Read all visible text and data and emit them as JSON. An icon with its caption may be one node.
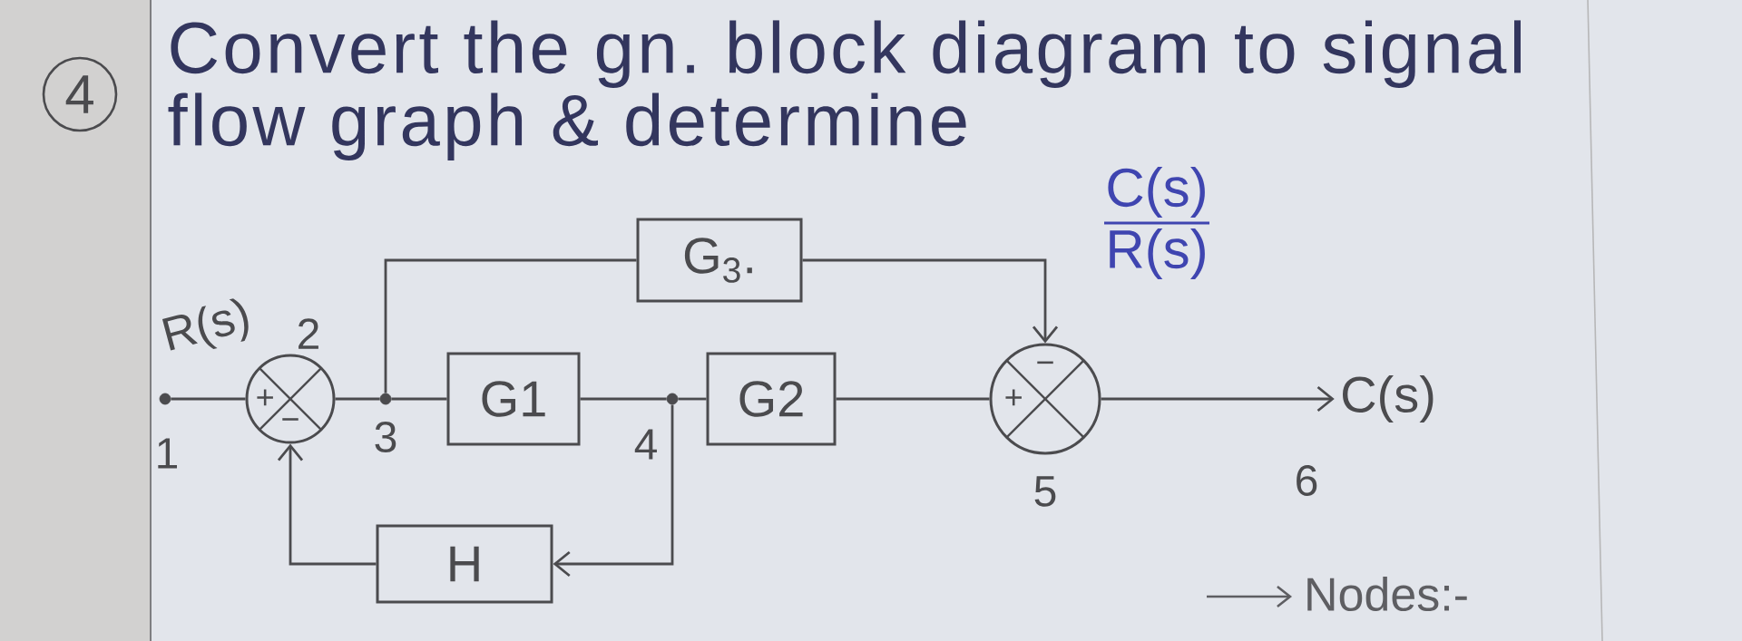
{
  "diagram": {
    "title": "Convert the gn. block diagram to signal flow graph & determine",
    "nodes": [
      {
        "text": [
          "4"
        ]
      },
      {
        "text": [],
        "shape": "circle",
        "beside": [
          "1"
        ]
      },
      {
        "text": [
          "+",
          "−"
        ],
        "beside": [
          "2"
        ]
      },
      {
        "text": [],
        "shape": "circle",
        "beside": [
          "3"
        ]
      },
      {
        "text": [
          "G1"
        ]
      },
      {
        "text": [],
        "shape": "circle",
        "beside": [
          "4"
        ]
      },
      {
        "text": [
          "G2"
        ]
      },
      {
        "text": [
          "G$_{3}$."
        ]
      },
      {
        "text": [
          "H"
        ]
      },
      {
        "text": [
          "+",
          "−"
        ],
        "beside": [
          "5"
        ]
      },
      {
        "text": [
          "C(s)"
        ],
        "beside": [
          "6"
        ]
      }
    ],
    "edges": [
      {
        "from": 1,
        "to": 2,
        "arrow": "none"
      },
      {
        "from": 2,
        "to": 3,
        "arrow": "none"
      },
      {
        "from": 3,
        "to": 4,
        "arrow": "none"
      },
      {
        "from": 3,
        "to": 7,
        "arrow": "none"
      },
      {
        "from": 4,
        "to": 5,
        "arrow": "none"
      },
      {
        "from": 5,
        "to": 6,
        "arrow": "none"
      },
      {
        "from": 5,
        "to": 8,
        "arrow": "to"
      },
      {
        "from": 8,
        "to": 2,
        "arrow": "to"
      },
      {
        "from": 7,
        "to": 9,
        "arrow": "to"
      },
      {
        "from": 6,
        "to": 9,
        "arrow": "none"
      },
      {
        "from": 9,
        "to": 10,
        "arrow": "to"
      }
    ],
    "labels": [
      "C(s)",
      "R(s)",
      "R(s)",
      "Nodes:-"
    ]
  }
}
